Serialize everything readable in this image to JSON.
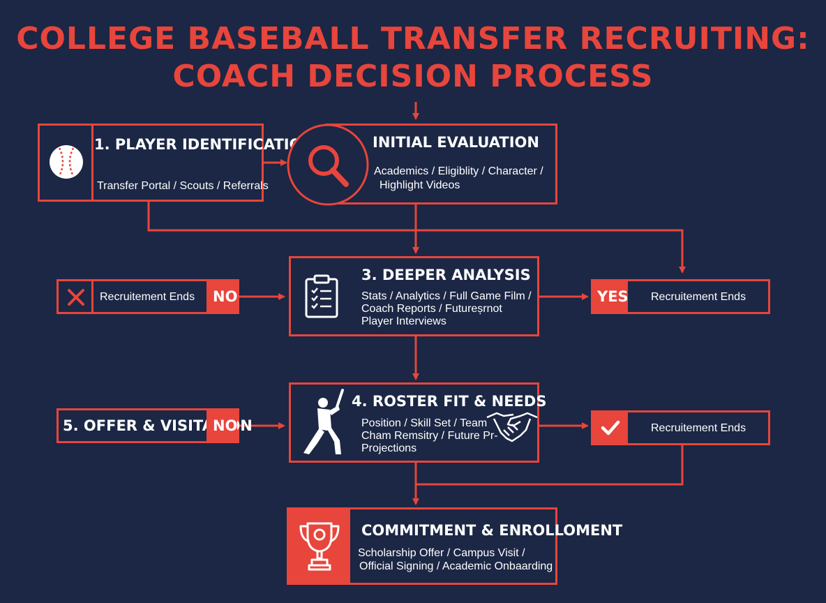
{
  "title": {
    "line1": "COLLEGE BASEBALL TRANSFER RECRUITING:",
    "line2": "COACH DECISION PROCESS"
  },
  "nodes": {
    "player_identification": {
      "heading": "1. PLAYER IDENTIFICATION",
      "sub": "Transfer Portal / Scouts / Referrals",
      "icon": "baseball-icon"
    },
    "initial_evaluation": {
      "heading": "INITIAL EVALUATION",
      "sub_line1": "Academics / Eligiblity / Character /",
      "sub_line2": "Highlight Videos",
      "icon": "magnifier-icon"
    },
    "deeper_analysis": {
      "heading": "3. DEEPER ANALYSIS",
      "sub_line1": "Stats / Analytics / Full Game Film /",
      "sub_line2": "Coach Reports / Futureșrnot",
      "sub_line3": "Player Interviews",
      "icon": "clipboard-icon"
    },
    "roster_fit": {
      "heading": "4. ROSTER FIT & NEEDS",
      "sub_line1": "Position / Skill Set / Team",
      "sub_line2": "Cham Remsitry / Future Pr-",
      "sub_line3": "Projections",
      "icon_left": "batter-icon",
      "icon_right": "handshake-icon"
    },
    "commitment": {
      "heading": "COMMITMENT & ENROLLOMENT",
      "sub_line1": "Scholarship Offer / Campus Visit /",
      "sub_line2": "Official Signing / Academic Onbaarding",
      "icon": "trophy-icon"
    },
    "no_end_left": {
      "label": "Recruitement Ends",
      "badge": "NO",
      "icon": "x-icon"
    },
    "yes_end_right": {
      "label": "Recruitement Ends",
      "badge": "YES"
    },
    "offer_visitation": {
      "label": "5. OFFER & VISITATION",
      "badge": "NO"
    },
    "check_end_right": {
      "label": "Recruitement Ends",
      "icon": "check-icon"
    }
  },
  "colors": {
    "background": "#1b2744",
    "accent": "#e8453c",
    "text": "#ffffff"
  }
}
